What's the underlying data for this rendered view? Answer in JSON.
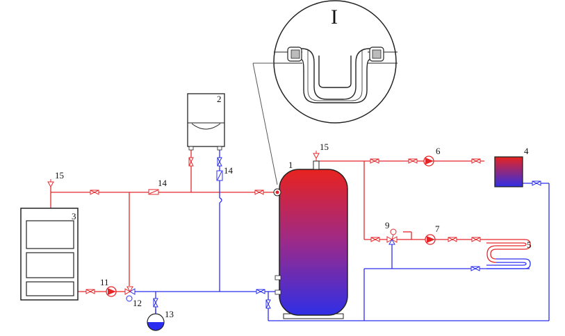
{
  "detail": {
    "label": "I"
  },
  "labels": {
    "tank": "1",
    "gas_boiler": "2",
    "solid_boiler": "3",
    "radiator": "4",
    "floor_coil": "5",
    "pump_radiator": "6",
    "pump_floor": "7",
    "mixing_valve_floor": "9",
    "pump_boiler": "11",
    "mixing_valve_boiler": "12",
    "expansion_tank": "13",
    "check_valve_left": "14",
    "check_valve_gas": "14",
    "air_vent_left": "15",
    "air_vent_tank": "15"
  },
  "colors": {
    "hot": "#e52629",
    "cold": "#2a2df0",
    "outline": "#222222",
    "tank_top": "#e8231f",
    "tank_bottom": "#2f2fe6"
  }
}
